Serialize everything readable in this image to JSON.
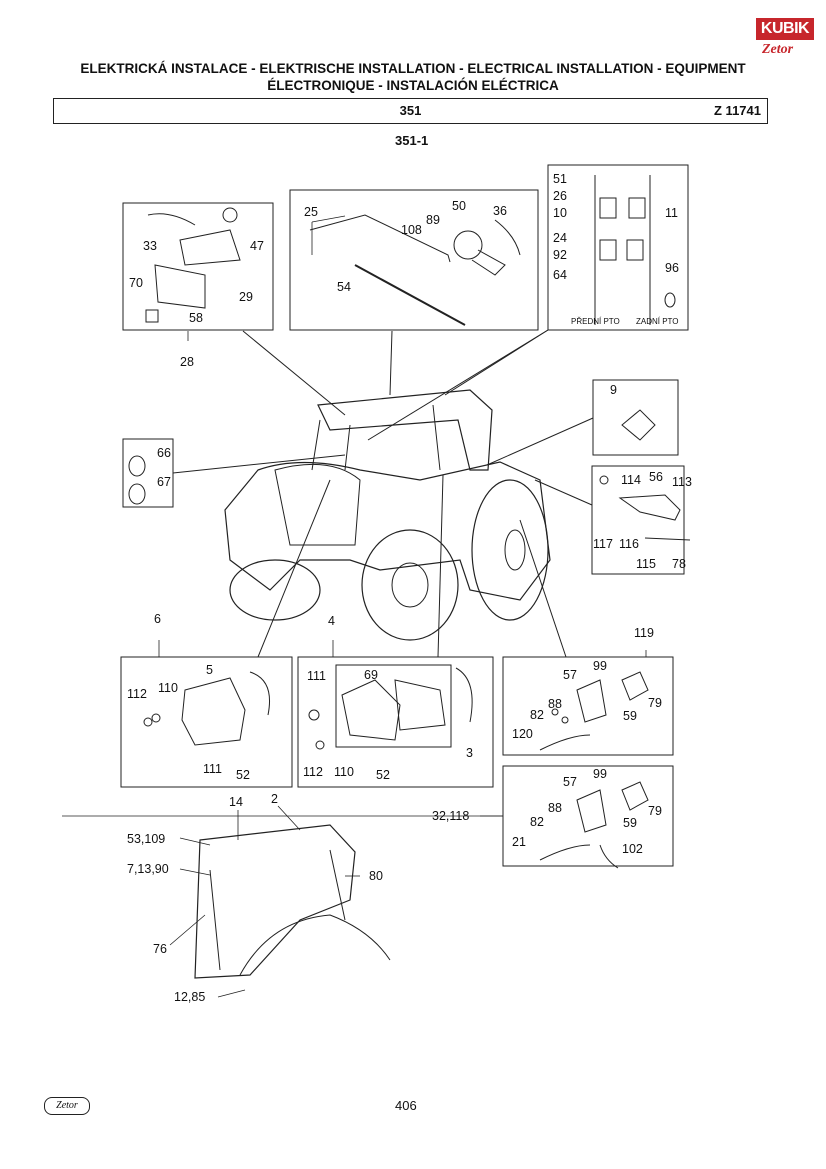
{
  "header": {
    "title_line1": "ELEKTRICKÁ INSTALACE - ELEKTRISCHE INSTALLATION - ELECTRICAL INSTALLATION - EQUIPMENT",
    "title_line2": "ÉLECTRONIQUE - INSTALACIÓN ELÉCTRICA",
    "section": "351",
    "code": "Z 11741",
    "subsection": "351-1"
  },
  "logo": {
    "brand": "KUBIK",
    "sub_brand": "Zetor"
  },
  "footer": {
    "brand": "Zetor",
    "page": "406"
  },
  "labels": {
    "l25": "25",
    "l89": "89",
    "l108": "108",
    "l50": "50",
    "l36": "36",
    "l54": "54",
    "l33": "33",
    "l47": "47",
    "l70": "70",
    "l29": "29",
    "l58": "58",
    "l28": "28",
    "l51": "51",
    "l26": "26",
    "l10": "10",
    "l11": "11",
    "l24": "24",
    "l92": "92",
    "l64": "64",
    "l96": "96",
    "pto_front": "PŘEDNÍ PTO",
    "pto_rear": "ZADNÍ PTO",
    "l9": "9",
    "l66": "66",
    "l67": "67",
    "l114": "114",
    "l56": "56",
    "l113": "113",
    "l117": "117",
    "l116": "116",
    "l115": "115",
    "l78": "78",
    "l6": "6",
    "l5": "5",
    "l112a": "112",
    "l110a": "110",
    "l111a": "111",
    "l52a": "52",
    "l4": "4",
    "l111b": "111",
    "l69": "69",
    "l3": "3",
    "l112b": "112",
    "l110b": "110",
    "l52b": "52",
    "l119": "119",
    "l57a": "57",
    "l99a": "99",
    "l88a": "88",
    "l82a": "82",
    "l59a": "59",
    "l79a": "79",
    "l120": "120",
    "l32118": "32,118",
    "l57b": "57",
    "l99b": "99",
    "l88b": "88",
    "l82b": "82",
    "l59b": "59",
    "l79b": "79",
    "l21": "21",
    "l102": "102",
    "l14": "14",
    "l2": "2",
    "l53109": "53,109",
    "l71390": "7,13,90",
    "l80": "80",
    "l76": "76",
    "l1285": "12,85"
  }
}
